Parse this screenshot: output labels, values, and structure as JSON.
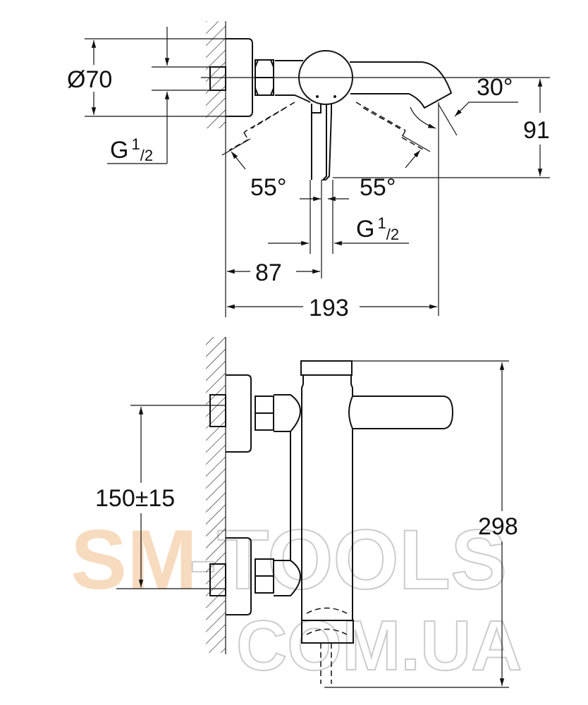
{
  "top_view": {
    "dims": {
      "diameter": "Ø70",
      "thread_left": {
        "main": "G",
        "sup": "1",
        "sub": "/2"
      },
      "angle_spout": "30°",
      "height_91": "91",
      "angle_left": "55°",
      "angle_right": "55°",
      "thread_center": {
        "main": "G",
        "sup": "1",
        "sub": "/2"
      },
      "dist_87": "87",
      "width_193": "193"
    }
  },
  "side_view": {
    "dims": {
      "inlet_spacing": "150±15",
      "height_298": "298"
    }
  },
  "watermark": {
    "line1_a": "SM",
    "line1_b": "-TOOLS",
    "line2": "COM.UA"
  }
}
